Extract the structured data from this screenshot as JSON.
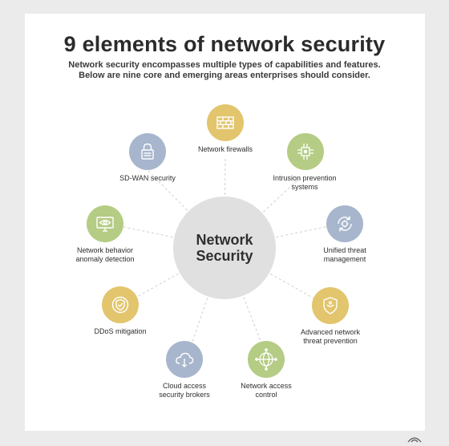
{
  "title": "9 elements of network security",
  "subtitle_line1": "Network security encompasses multiple types of capabilities and features.",
  "subtitle_line2": "Below are nine core and emerging areas enterprises should consider.",
  "hub": {
    "line1": "Network",
    "line2": "Security"
  },
  "colors": {
    "gold": "#e2c56d",
    "green": "#b5cc84",
    "blue": "#a7b6cc",
    "hub": "#e0e0e0"
  },
  "elements": [
    {
      "line1": "Network firewalls",
      "line2": "",
      "icon": "firewall-icon"
    },
    {
      "line1": "Intrusion prevention",
      "line2": "systems",
      "icon": "circuit-chip-icon"
    },
    {
      "line1": "Unified threat",
      "line2": "management",
      "icon": "refresh-gear-icon"
    },
    {
      "line1": "Advanced network",
      "line2": "threat prevention",
      "icon": "shield-badge-icon"
    },
    {
      "line1": "Network access",
      "line2": "control",
      "icon": "network-globe-icon"
    },
    {
      "line1": "Cloud access",
      "line2": "security brokers",
      "icon": "cloud-icon"
    },
    {
      "line1": "DDoS mitigation",
      "line2": "",
      "icon": "shield-check-icon"
    },
    {
      "line1": "Network behavior",
      "line2": "anomaly detection",
      "icon": "eye-monitor-icon"
    },
    {
      "line1": "SD-WAN security",
      "line2": "",
      "icon": "padlock-icon"
    }
  ]
}
